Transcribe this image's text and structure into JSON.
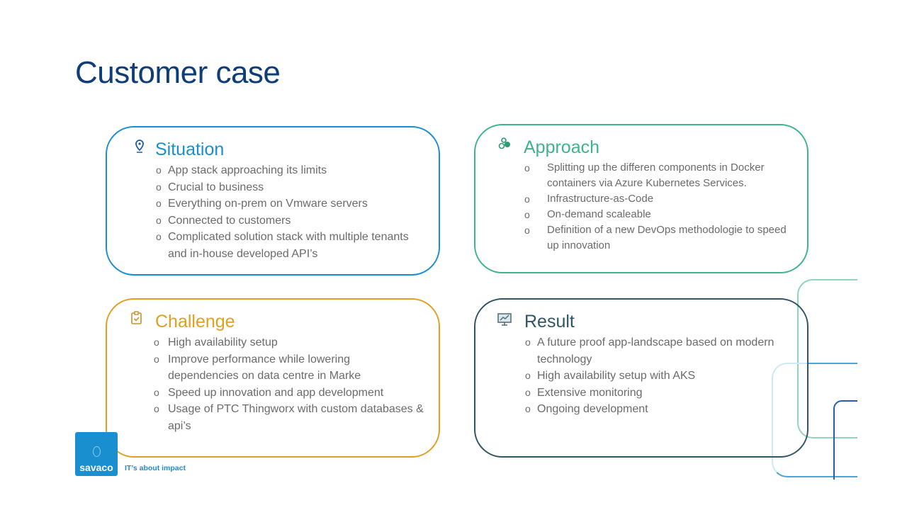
{
  "title": "Customer case",
  "colors": {
    "situation": "#1a8fd0",
    "approach": "#3db58c",
    "challenge": "#e0a022",
    "result": "#2f5566",
    "title": "#0f3d78"
  },
  "cards": {
    "situation": {
      "title": "Situation",
      "icon": "map-pin-icon",
      "bullets": [
        "App stack approaching its limits",
        "Crucial to business",
        "Everything on-prem on Vmware servers",
        "Connected to customers",
        "Complicated solution stack with multiple tenants and in-house developed API’s"
      ]
    },
    "approach": {
      "title": "Approach",
      "icon": "circles-icon",
      "bullets": [
        "Splitting up the differen components in Docker containers via Azure Kubernetes Services.",
        "Infrastructure-as-Code",
        "On-demand scaleable",
        "Definition of a new DevOps methodologie to speed up innovation"
      ]
    },
    "challenge": {
      "title": "Challenge",
      "icon": "clipboard-check-icon",
      "bullets": [
        "High availability setup",
        "Improve performance while lowering dependencies on data centre in Marke",
        "Speed up innovation and app development",
        "Usage of PTC Thingworx with custom databases & api’s"
      ]
    },
    "result": {
      "title": "Result",
      "icon": "monitor-chart-icon",
      "bullets": [
        "A future proof app-landscape based on modern technology",
        "High availability setup with AKS",
        "Extensive monitoring",
        "Ongoing development"
      ]
    }
  },
  "footer": {
    "logo": "savaco",
    "tagline": "IT’s about impact"
  }
}
